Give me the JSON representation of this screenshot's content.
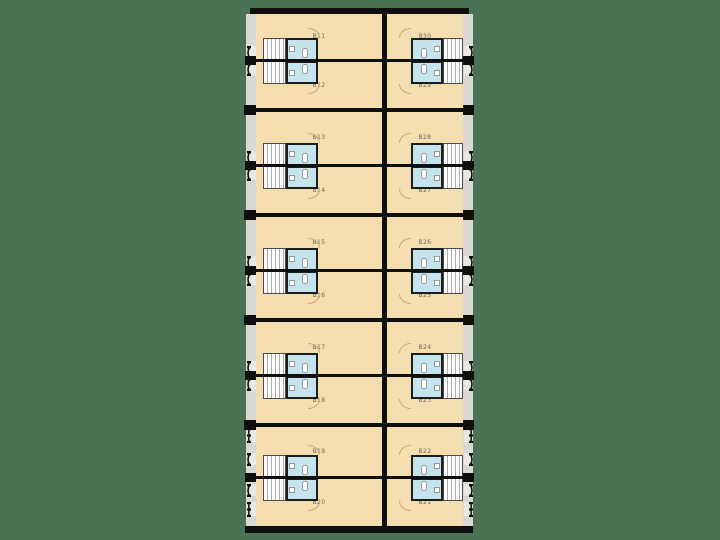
{
  "plan": {
    "background_color": "#4a7355",
    "floor_color": "#f4ddae",
    "bathroom_color": "#c4e3ec",
    "walkway_color": "#d9d8d3",
    "wall_color": "#0f0f0f",
    "icons": {
      "entry_door": "door-swing-icon",
      "double_door": "double-door-swing-icon",
      "interior_door": "door-swing-icon",
      "stairs": "staircase",
      "toilet": "toilet-fixture",
      "sink": "sink-fixture"
    },
    "sections": [
      {
        "units": [
          {
            "position": "left-top",
            "label": "B11"
          },
          {
            "position": "left-bottom",
            "label": "B12"
          },
          {
            "position": "right-top",
            "label": "B30"
          },
          {
            "position": "right-bottom",
            "label": "B29"
          }
        ]
      },
      {
        "units": [
          {
            "position": "left-top",
            "label": "B13"
          },
          {
            "position": "left-bottom",
            "label": "B14"
          },
          {
            "position": "right-top",
            "label": "B28"
          },
          {
            "position": "right-bottom",
            "label": "B27"
          }
        ]
      },
      {
        "units": [
          {
            "position": "left-top",
            "label": "B15"
          },
          {
            "position": "left-bottom",
            "label": "B16"
          },
          {
            "position": "right-top",
            "label": "B26"
          },
          {
            "position": "right-bottom",
            "label": "B25"
          }
        ]
      },
      {
        "units": [
          {
            "position": "left-top",
            "label": "B17"
          },
          {
            "position": "left-bottom",
            "label": "B18"
          },
          {
            "position": "right-top",
            "label": "B24"
          },
          {
            "position": "right-bottom",
            "label": "B23"
          }
        ]
      },
      {
        "units": [
          {
            "position": "left-top",
            "label": "B19"
          },
          {
            "position": "left-bottom",
            "label": "B20"
          },
          {
            "position": "right-top",
            "label": "B22"
          },
          {
            "position": "right-bottom",
            "label": "B21"
          }
        ]
      }
    ]
  }
}
